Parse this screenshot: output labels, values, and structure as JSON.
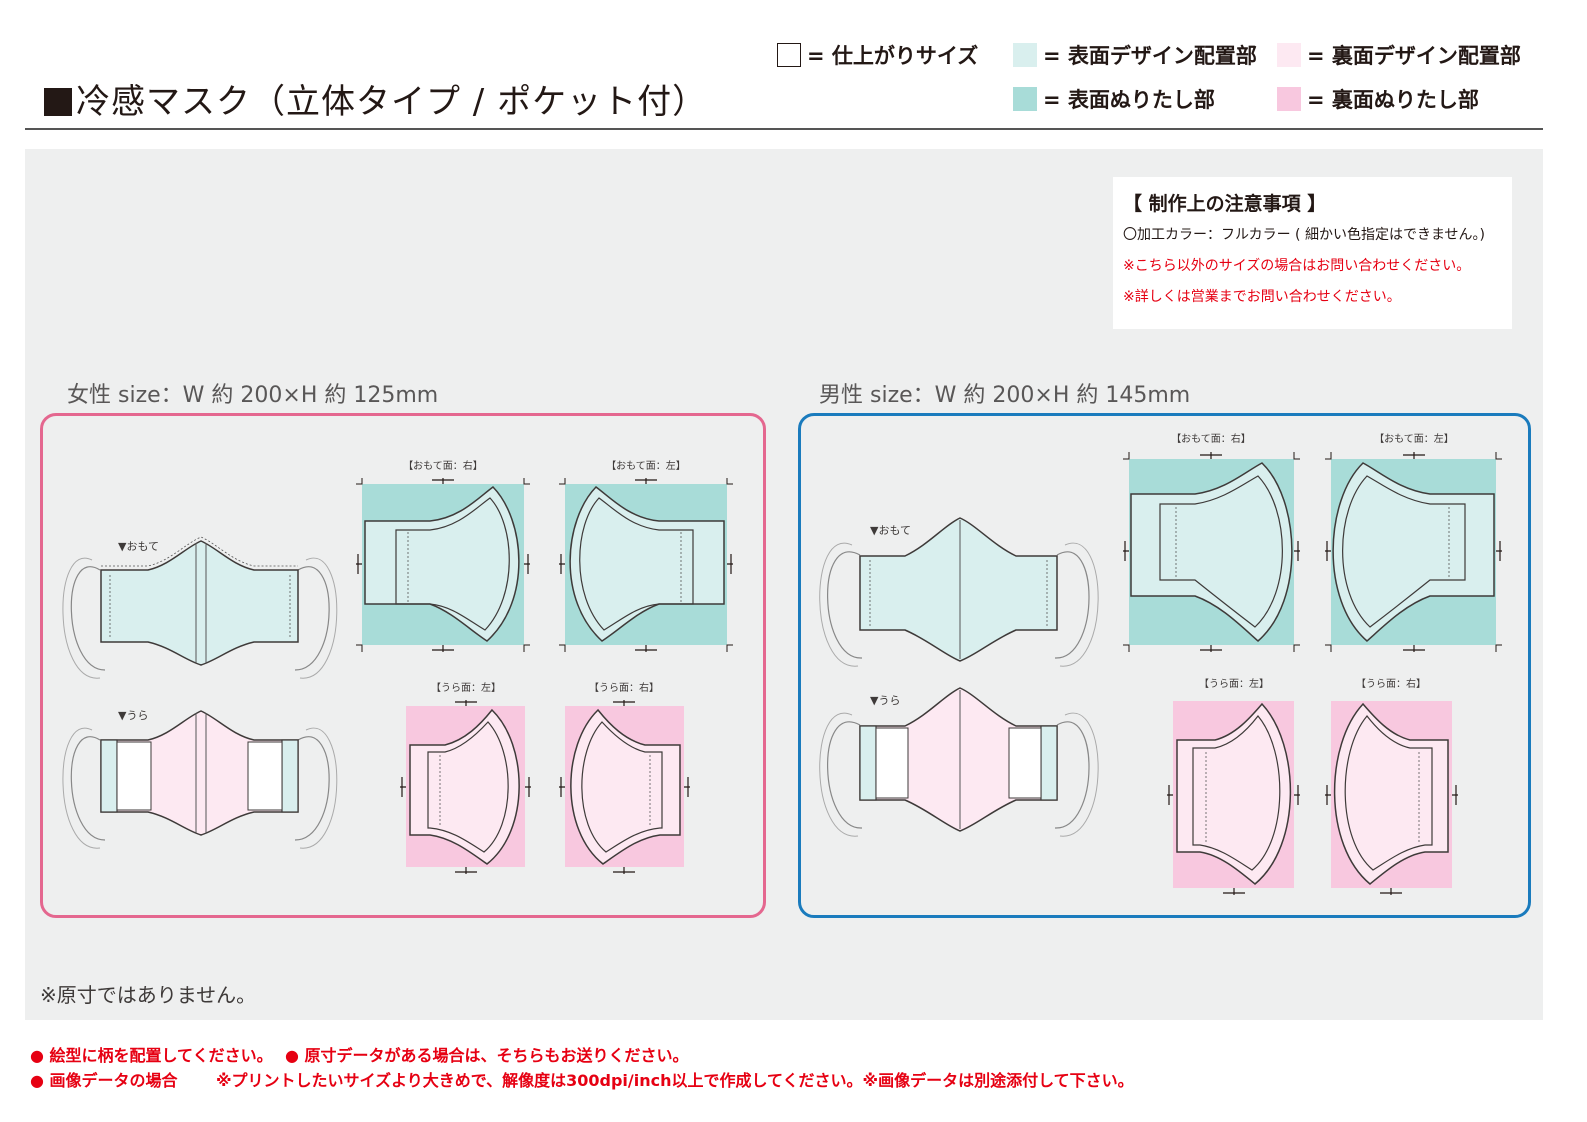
{
  "title": "冷感マスク（立体タイプ / ポケット付）",
  "legend": {
    "finish": "= 仕上がりサイズ",
    "front_design": "= 表面デザイン配置部",
    "back_design": "= 裏面デザイン配置部",
    "front_bleed": "= 表面ぬりたし部",
    "back_bleed": "= 裏面ぬりたし部"
  },
  "colors": {
    "front_design": "#d9efee",
    "front_bleed": "#a8dcd8",
    "back_design": "#fde9f2",
    "back_bleed": "#f8c8df",
    "female_border": "#e4678f",
    "male_border": "#1a7bbd",
    "alert": "#e60012"
  },
  "notes": {
    "heading": "【 制作上の注意事項 】",
    "line1": "〇加工カラー：フルカラー ( 細かい色指定はできません。)",
    "line2": "※こちら以外のサイズの場合はお問い合わせください。",
    "line3": "※詳しくは営業までお問い合わせください。"
  },
  "female": {
    "size": "女性 size：W 約 200×H 約 125mm",
    "front_label": "▼おもて",
    "back_label": "▼うら",
    "front_right": "【おもて面：右】",
    "front_left": "【おもて面：左】",
    "back_left": "【うら面：左】",
    "back_right": "【うら面：右】"
  },
  "male": {
    "size": "男性 size：W 約 200×H 約 145mm",
    "front_label": "▼おもて",
    "back_label": "▼うら",
    "front_right": "【おもて面：右】",
    "front_left": "【おもて面：左】",
    "back_left": "【うら面：左】",
    "back_right": "【うら面：右】"
  },
  "scale_note": "※原寸ではありません。",
  "footer": {
    "line1a": "● 絵型に柄を配置してください。",
    "line1b": "● 原寸データがある場合は、そちらもお送りください。",
    "line2a": "● 画像データの場合",
    "line2b": "※プリントしたいサイズより大きめで、解像度は300dpi/inch以上で作成してください。※画像データは別途添付して下さい。"
  }
}
